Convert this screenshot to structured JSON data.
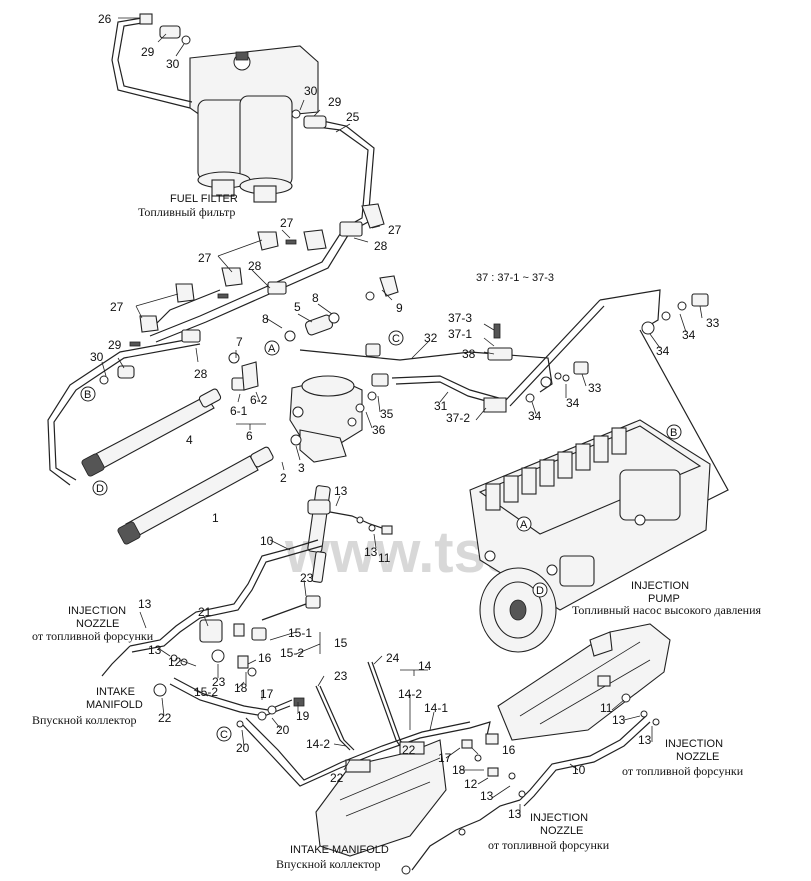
{
  "watermark": "www.tss",
  "legend_note": "37 : 37-1 ~ 37-3",
  "captions": {
    "fuel_filter_en": "FUEL FILTER",
    "fuel_filter_ru": "Топливный фильтр",
    "injection_pump_en1": "INJECTION",
    "injection_pump_en2": "PUMP",
    "injection_pump_ru": "Топливный насос высокого давления",
    "nozzle_left_en1": "INJECTION",
    "nozzle_left_en2": "NOZZLE",
    "nozzle_left_ru": "от топливной форсунки",
    "intake_left_en1": "INTAKE",
    "intake_left_en2": "MANIFOLD",
    "intake_left_ru": "Впускной коллектор",
    "nozzle_right_en1": "INJECTION",
    "nozzle_right_en2": "NOZZLE",
    "nozzle_right_ru": "от топливной форсунки",
    "intake_bottom_en": "INTAKE MANIFOLD",
    "intake_bottom_ru": "Впускной коллектор",
    "nozzle_bottom_en1": "INJECTION",
    "nozzle_bottom_en2": "NOZZLE",
    "nozzle_bottom_ru": "от топливной форсунки"
  },
  "connectors": {
    "a": "A",
    "b": "B",
    "c": "C",
    "d": "D",
    "a2": "A",
    "b2": "B",
    "c2": "C",
    "d2": "D"
  },
  "parts": {
    "p26": "26",
    "p29a": "29",
    "p30a": "30",
    "p30b": "30",
    "p29b": "29",
    "p25": "25",
    "p27a": "27",
    "p28a": "28",
    "p27b": "27",
    "p27c": "27",
    "p28b": "28",
    "p27d": "27",
    "p30c": "30",
    "p29c": "29",
    "p28c": "28",
    "p5": "5",
    "p8a": "8",
    "p8b": "8",
    "p9": "9",
    "p7": "7",
    "p6_1": "6-1",
    "p6_2": "6-2",
    "p6": "6",
    "p4": "4",
    "p3": "3",
    "p2": "2",
    "p1": "1",
    "p32": "32",
    "p31": "31",
    "p35": "35",
    "p36": "36",
    "p37_3": "37-3",
    "p37_1": "37-1",
    "p38": "38",
    "p37_2": "37-2",
    "p34a": "34",
    "p33a": "33",
    "p34b": "34",
    "p33b": "33",
    "p33c": "33",
    "p34c": "34",
    "p34d": "34",
    "p34e": "34",
    "p13a": "13",
    "p13b": "13",
    "p11a": "11",
    "p10a": "10",
    "p23a": "23",
    "p13c": "13",
    "p21": "21",
    "p13d": "13",
    "p12a": "12",
    "p15_1": "15-1",
    "p15_2a": "15-2",
    "p15": "15",
    "p23b": "23",
    "p16a": "16",
    "p18a": "18",
    "p17a": "17",
    "p15_2b": "15-2",
    "p22a": "22",
    "p19": "19",
    "p20a": "20",
    "p20b": "20",
    "p23c": "23",
    "p24": "24",
    "p14": "14",
    "p14_2a": "14-2",
    "p14_1": "14-1",
    "p14_2b": "14-2",
    "p22b": "22",
    "p22c": "22",
    "p16b": "16",
    "p17b": "17",
    "p18b": "18",
    "p12b": "12",
    "p13e": "13",
    "p13f": "13",
    "p10b": "10",
    "p11b": "11",
    "p13g": "13",
    "p13h": "13"
  }
}
